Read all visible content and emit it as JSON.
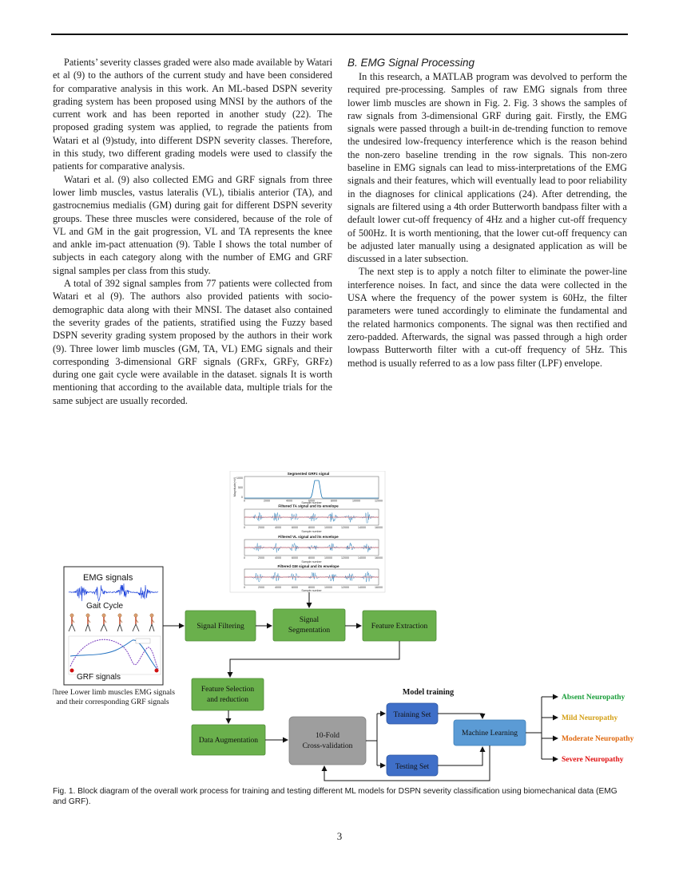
{
  "left_column": {
    "paragraphs": [
      "Patients’ severity classes graded were also made available by Watari et al (9) to the authors of the current study and have been considered for comparative analysis in this work. An ML-based DSPN severity grading system has been proposed using MNSI by the authors of the current work and has been reported in another study (22). The proposed grading system was applied, to regrade the patients from Watari et al (9)study, into different DSPN severity classes. Therefore, in this study, two different grading models were used to classify the patients for comparative analysis.",
      "Watari et al. (9) also collected EMG and GRF signals from three lower limb muscles, vastus lateralis (VL), tibialis anterior (TA), and gastrocnemius medialis (GM) during gait for different DSPN severity groups. These three muscles were considered, because of the role of VL and GM in the gait progression, VL and TA represents the knee and ankle im-pact attenuation (9). Table I shows the total number of subjects in each category along with the number of EMG and GRF signal samples per class from this study.",
      "A total of 392 signal samples from 77 patients were collected from Watari et al (9).  The authors also provided patients with socio-demographic data along with their MNSI. The dataset also contained the severity grades of the patients, stratified using the Fuzzy based DSPN severity grading system proposed by the authors in their work (9). Three lower limb muscles (GM, TA, VL) EMG signals and their corresponding 3-dimensional GRF signals (GRFx, GRFy, GRFz) during one gait cycle were available in the dataset. signals It is worth mentioning that according to the available data, multiple trials for the same subject are usually recorded."
    ]
  },
  "right_column": {
    "subheading": "B.  EMG Signal Processing",
    "paragraphs": [
      "In this research, a MATLAB program was devolved to perform the required pre-processing. Samples of raw EMG signals from three lower limb muscles are shown in Fig. 2. Fig. 3 shows the samples of raw signals from 3-dimensional GRF during gait. Firstly, the EMG signals were passed through a built-in de-trending function to remove the undesired low-frequency interference which is the reason behind the non-zero baseline trending in the row signals. This non-zero baseline in EMG signals can lead to miss-interpretations of the EMG signals and their features, which will eventually lead to poor reliability in the diagnoses for clinical applications (24). After detrending, the signals are filtered using a 4th order Butterworth bandpass filter with a default lower cut-off frequency of 4Hz and a higher cut-off frequency of 500Hz. It is worth mentioning, that the lower cut-off frequency can be adjusted later manually using a designated application as will be discussed in a later subsection.",
      "The next step is to apply a notch filter to eliminate the power-line interference noises. In fact, and since the data were collected in the USA where the frequency of the power system is 60Hz, the filter parameters were tuned accordingly to eliminate the fundamental and the related harmonics components. The signal was then rectified and zero-padded. Afterwards, the signal was passed through a high order lowpass Butterworth filter with a cut-off frequency of 5Hz. This method is usually referred to as a low pass filter (LPF) envelope."
    ]
  },
  "figure": {
    "emg_label": "EMG signals",
    "gait_label": "Gait Cycle",
    "grf_label": "GRF signals",
    "input_caption_line1": "Three Lower limb muscles EMG signals",
    "input_caption_line2": "and their corresponding GRF signals",
    "boxes": {
      "signal_filtering": "Signal Filtering",
      "signal_segmentation_1": "Signal",
      "signal_segmentation_2": "Segmentation",
      "feature_extraction": "Feature Extraction",
      "feature_selection_1": "Feature Selection",
      "feature_selection_2": "and reduction",
      "data_augmentation": "Data Augmentation",
      "cross_validation_1": "10-Fold",
      "cross_validation_2": "Cross-validation",
      "training_set": "Training Set",
      "testing_set": "Testing Set",
      "machine_learning": "Machine Learning"
    },
    "model_training_label": "Model training",
    "outputs": [
      {
        "label": "Absent Neuropathy",
        "color": "#1a9e3a"
      },
      {
        "label": "Mild Neuropathy",
        "color": "#d4a017"
      },
      {
        "label": "Moderate Neuropathy",
        "color": "#e06a10"
      },
      {
        "label": "Severe Neuropathy",
        "color": "#e01010"
      }
    ],
    "plots": {
      "p1_title": "Segmented GRFz signal",
      "p2_title": "Filtered TA signal and its envelope",
      "p3_title": "Filtered VL signal and its envelope",
      "p4_title": "Filtered GM signal and its envelope",
      "xlabel": "Sample number",
      "ylabel": "Magnitude(mV)",
      "p1_xticks": [
        "0",
        "2000",
        "4000",
        "6000",
        "8000",
        "10000",
        "12000"
      ],
      "p1_yticks": [
        "1000",
        "500",
        "0"
      ],
      "emg_xticks": [
        "0",
        "2000",
        "4000",
        "6000",
        "8000",
        "10000",
        "12000",
        "14000",
        "16000"
      ],
      "emg_yticks": [
        "0.2",
        "0",
        "-0.2"
      ]
    }
  },
  "caption": "Fig. 1. Block diagram of the overall work process for training and testing different ML models for DSPN severity classification using biomechanical data (EMG and GRF).",
  "page_number": "3"
}
